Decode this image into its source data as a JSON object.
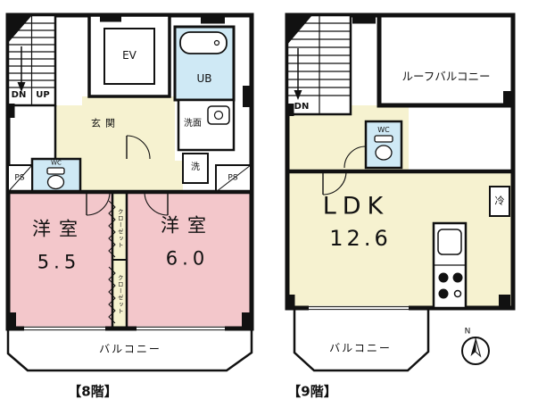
{
  "f8": {
    "label": "【8階】",
    "dn": "DN",
    "up": "UP",
    "ev": "EV",
    "ub": "UB",
    "washroom": "洗面",
    "entrance": "玄関",
    "wc": "WC",
    "ps_left": "PS",
    "ps_right": "PS",
    "laundry": "洗",
    "rooms": {
      "a": {
        "name": "洋室",
        "size": "5.5"
      },
      "b": {
        "name": "洋室",
        "size": "6.0"
      }
    },
    "closet_a": "クローゼット",
    "closet_b": "クローゼット",
    "balcony": "バルコニー"
  },
  "f9": {
    "label": "【9階】",
    "dn": "DN",
    "roof_balcony": "ルーフバルコニー",
    "wc": "WC",
    "ldk": {
      "name": "LDK",
      "size": "12.6"
    },
    "fridge": "冷",
    "balcony": "バルコニー",
    "compass_n": "N"
  },
  "colors": {
    "wall": "#111111",
    "room_pink": "#f3c7cb",
    "room_cream": "#f6f2d0",
    "water_blue": "#cfe9f5"
  }
}
